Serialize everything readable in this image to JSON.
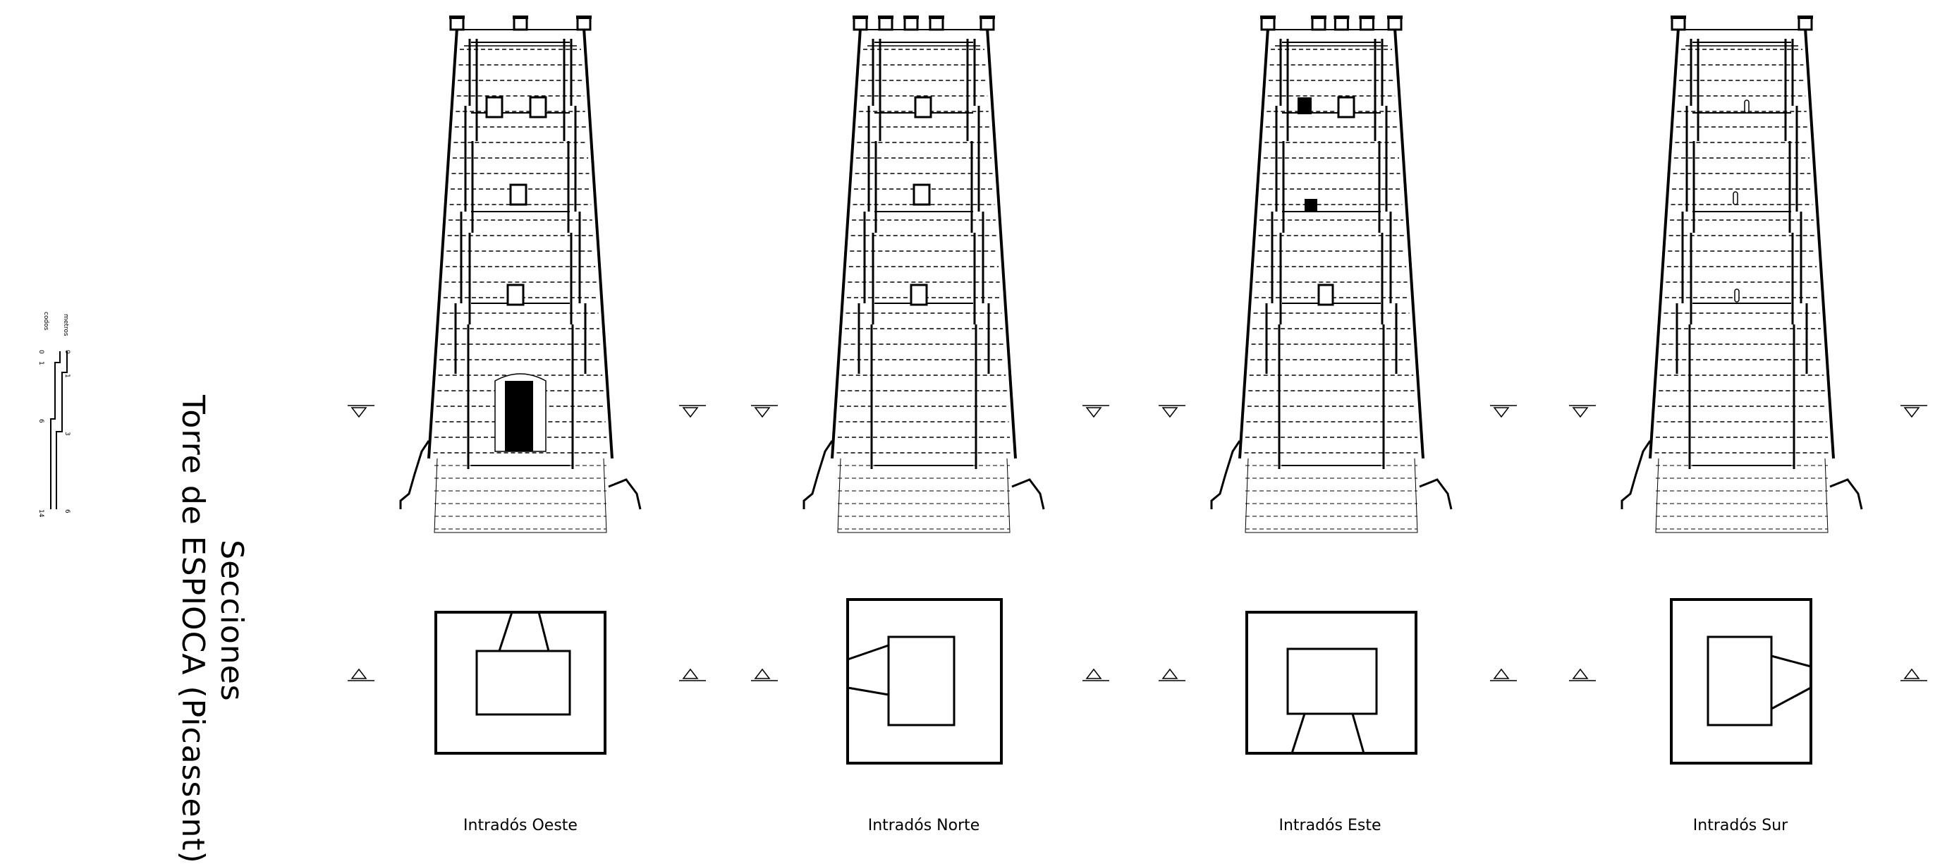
{
  "title": {
    "line1": "Secciones",
    "line2": "Torre de ESPIOCA (Picassent)"
  },
  "scale": {
    "unit_top": "metros",
    "unit_bottom": "codos",
    "ticks_top": [
      "0",
      "1",
      "3",
      "6"
    ],
    "ticks_bottom": [
      "0",
      "1",
      "6",
      "14"
    ]
  },
  "sections": [
    {
      "label": "Intradós Oeste"
    },
    {
      "label": "Intradós Norte"
    },
    {
      "label": "Intradós Este"
    },
    {
      "label": "Intradós Sur"
    }
  ]
}
